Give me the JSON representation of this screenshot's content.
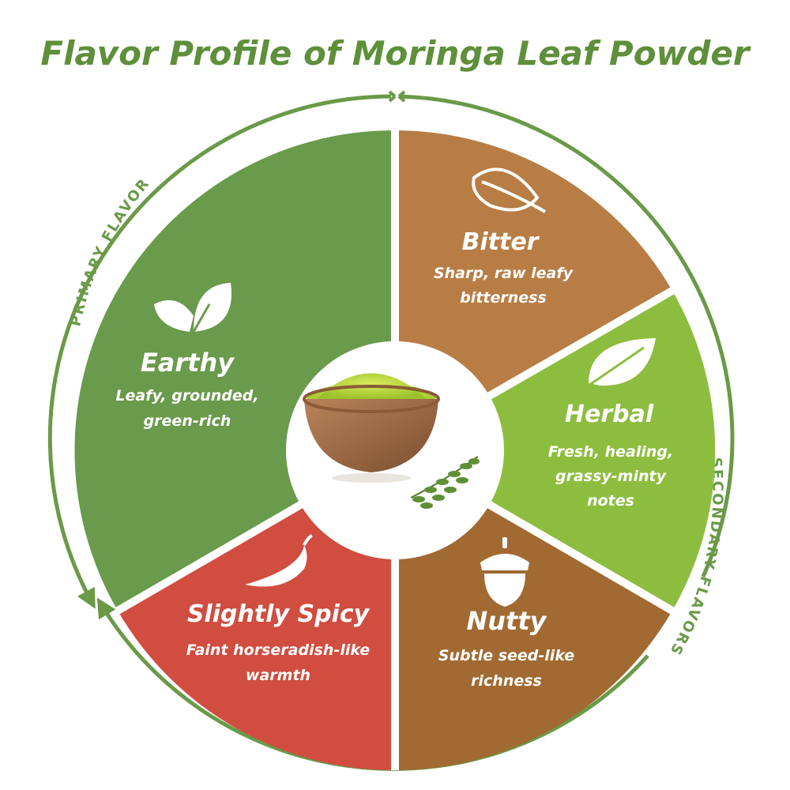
{
  "title": "Flavor Profile of Moringa Leaf Powder",
  "arc_labels": {
    "primary": "PRIMARY FLAVOR",
    "secondary": "SECONDARY FLAVORS"
  },
  "colors": {
    "title": "#5e8f3a",
    "ring": "#6a9a48",
    "earthy": "#6a9a4c",
    "bitter": "#b87d45",
    "herbal": "#8dbd3e",
    "nutty": "#a16a32",
    "spicy": "#d04d40"
  },
  "segments": {
    "earthy": {
      "icon": "two-leaves-icon",
      "name": "Earthy",
      "desc1": "Leafy, grounded,",
      "desc2": "green-rich"
    },
    "bitter": {
      "icon": "dried-leaf-icon",
      "name": "Bitter",
      "desc1": "Sharp, raw leafy",
      "desc2": "bitterness"
    },
    "herbal": {
      "icon": "leaf-icon",
      "name": "Herbal",
      "desc1": "Fresh, healing,",
      "desc2": "grassy-minty",
      "desc3": "notes"
    },
    "nutty": {
      "icon": "acorn-icon",
      "name": "Nutty",
      "desc1": "Subtle seed-like",
      "desc2": "richness"
    },
    "spicy": {
      "icon": "chili-pepper-icon",
      "name": "Slightly Spicy",
      "desc1": "Faint horseradish-like",
      "desc2": "warmth"
    }
  },
  "center": {
    "image": "bowl-of-moringa-powder",
    "garnish": "moringa-sprig-icon"
  }
}
